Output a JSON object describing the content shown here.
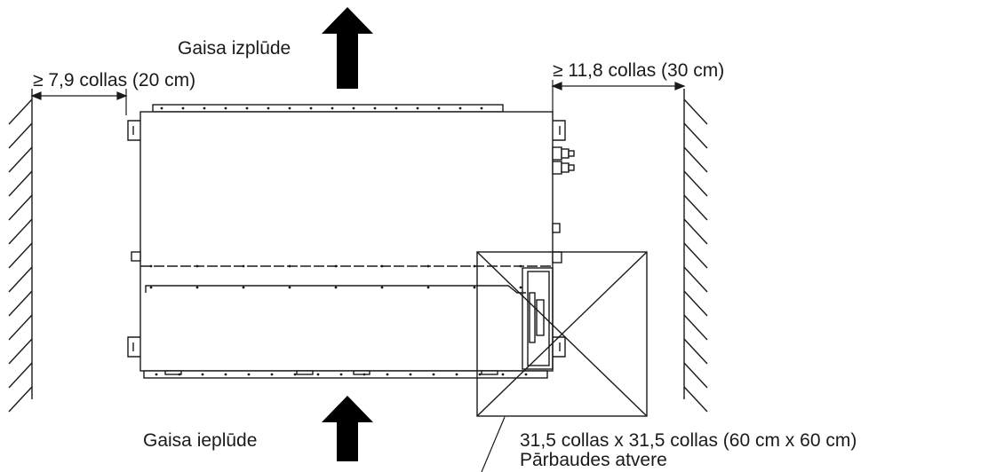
{
  "labels": {
    "air_outlet": "Gaisa izplūde",
    "air_inlet": "Gaisa ieplūde",
    "left_clearance": "≥ 7,9 collas (20 cm)",
    "right_clearance": "≥ 11,8 collas (30 cm)",
    "access_size": "31,5 collas x 31,5 collas (60 cm x 60 cm)",
    "access_name": "Pārbaudes atvere"
  },
  "colors": {
    "line": "#1a1a1a",
    "arrow": "#000000",
    "background": "#ffffff"
  }
}
